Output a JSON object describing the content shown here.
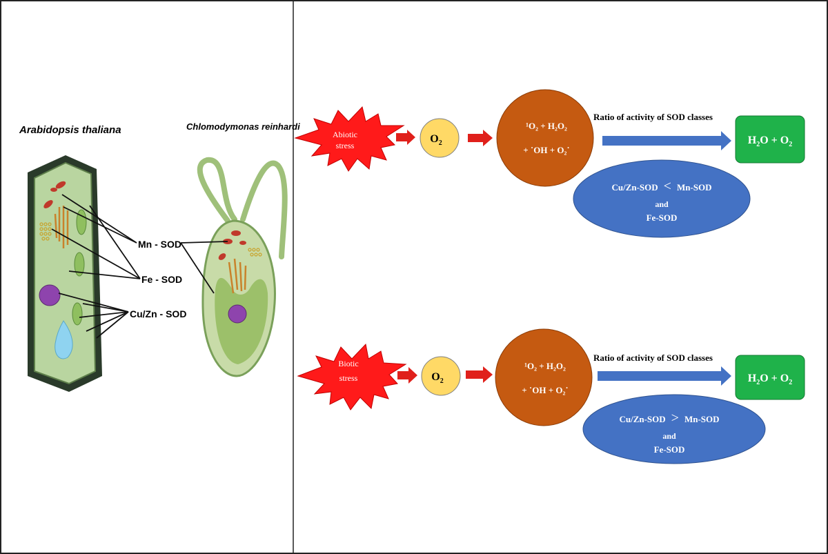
{
  "left_panel": {
    "species_plant": "Arabidopsis thaliana",
    "species_alga": "Chlomodymonas reinhardi",
    "labels": {
      "mn": "Mn - SOD",
      "fe": "Fe - SOD",
      "cuzn": "Cu/Zn - SOD"
    }
  },
  "flows": [
    {
      "stress_line1": "Abiotic",
      "stress_line2": "stress",
      "o2_main": "O",
      "o2_sub": "2",
      "ros_line1": "¹O₂ + H₂O₂",
      "ros_line2": "+ ˙OH + O₂˙",
      "ratio_label": "Ratio of activity of SOD classes",
      "product_main": "H",
      "product_rest": "O + O",
      "sub2": "2",
      "cmp_left": "Cu/Zn-SOD",
      "cmp_sym": "<",
      "cmp_right": "Mn-SOD",
      "and": "and",
      "fe": "Fe-SOD"
    },
    {
      "stress_line1": "Biotic",
      "stress_line2": "stress",
      "o2_main": "O",
      "o2_sub": "2",
      "ros_line1": "¹O₂ + H₂O₂",
      "ros_line2": "+ ˙OH + O₂˙",
      "ratio_label": "Ratio of activity of SOD classes",
      "product_main": "H",
      "product_rest": "O + O",
      "sub2": "2",
      "cmp_left": "Cu/Zn-SOD",
      "cmp_sym": ">",
      "cmp_right": "Mn-SOD",
      "and": "and",
      "fe": "Fe-SOD"
    }
  ],
  "colors": {
    "star": "#ff1a1a",
    "o2_fill": "#ffd966",
    "ros_fill": "#c55a11",
    "product_fill": "#1fb24a",
    "ellipse_fill": "#4472c4",
    "blue_arrow": "#4472c4",
    "red_arrow": "#e0201b",
    "cell_wall": "#2e3b2e",
    "cell_fill": "#a8c98e"
  }
}
